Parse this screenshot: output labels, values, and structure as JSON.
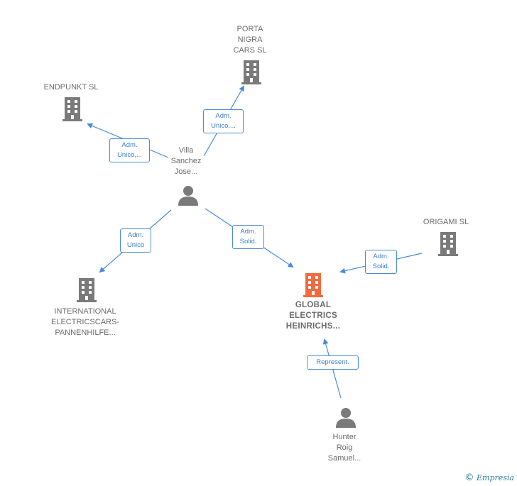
{
  "nodes": {
    "porta": {
      "label": "PORTA\nNIGRA\nCARS SL"
    },
    "endpunkt": {
      "label": "ENDPUNKT  SL"
    },
    "villa": {
      "label": "Villa\nSanchez\nJose..."
    },
    "origami": {
      "label": "ORIGAMI  SL"
    },
    "international": {
      "label": "INTERNATIONAL\nELECTRICSCARS-\nPANNENHILFE..."
    },
    "global": {
      "label": "GLOBAL\nELECTRICS\nHEINRICHS..."
    },
    "hunter": {
      "label": "Hunter\nRoig\nSamuel..."
    }
  },
  "roles": {
    "villa_porta": "Adm.\nUnico,...",
    "villa_endpunkt": "Adm.\nUnico,...",
    "villa_international": "Adm.\nUnico",
    "villa_global": "Adm.\nSolid.",
    "origami_global": "Adm.\nSolid.",
    "hunter_global": "Represent."
  },
  "colors": {
    "edge": "#4a8ad8",
    "building": "#7a7a7a",
    "main_building": "#f26a3d",
    "person": "#7a7a7a"
  },
  "footer": {
    "copyright": "©",
    "brand": "Empresia"
  }
}
